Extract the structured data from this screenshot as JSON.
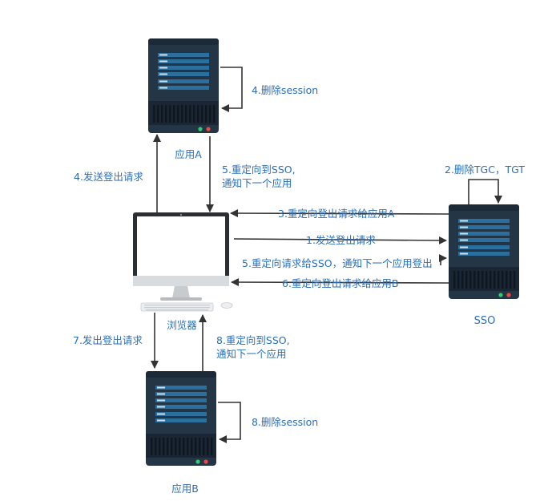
{
  "nodes": {
    "app_a": "应用A",
    "app_b": "应用B",
    "sso": "SSO",
    "browser": "浏览器"
  },
  "edges": {
    "e1": "1.发送登出请求",
    "e2": "2.删除TGC，TGT",
    "e3": "3.重定向登出请求给应用A",
    "e4_send": "4.发送登出请求",
    "e4_delete": "4.删除session",
    "e5_redirect_line1": "5.重定向到SSO,",
    "e5_redirect_line2": "通知下一个应用",
    "e5_sso": "5.重定向请求给SSO，通知下一个应用登出",
    "e6": "6.重定向登出请求给应用B",
    "e7": "7.发出登出请求",
    "e8_redirect_line1": "8.重定向到SSO,",
    "e8_redirect_line2": "通知下一个应用",
    "e8_delete": "8.删除session"
  },
  "colors": {
    "server_body": "#243546",
    "server_slot": "#2b6f9e",
    "arrow": "#333333",
    "label": "#2a6fba",
    "led_green": "#2ecc71",
    "led_red": "#e74c3c"
  }
}
